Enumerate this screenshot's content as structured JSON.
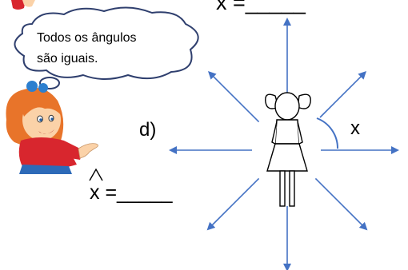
{
  "speech_bubble": {
    "line1": "Todos os ângulos",
    "line2": "são iguais."
  },
  "top_answer": {
    "text": "x =_____"
  },
  "item_label": "d)",
  "angle_label": "x",
  "answer": {
    "text": "x =_____"
  },
  "figure": {
    "arrow_count": 8,
    "arrow_color": "#4472c4"
  },
  "colors": {
    "hair": "#e8742a",
    "shirt": "#d8262e",
    "skin": "#fbd2a8",
    "bubble_stroke": "#2f3f6e"
  }
}
